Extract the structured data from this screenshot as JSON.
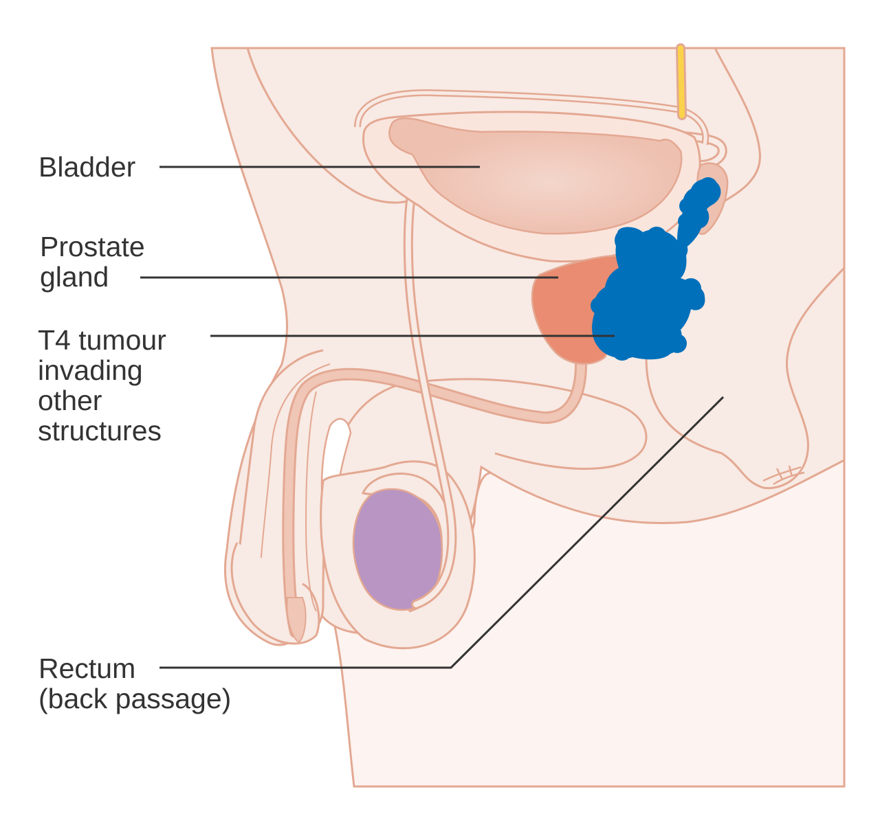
{
  "labels": {
    "bladder": {
      "lines": [
        "Bladder"
      ]
    },
    "prostate": {
      "lines": [
        "Prostate",
        "gland"
      ]
    },
    "tumour": {
      "lines": [
        "T4 tumour",
        "invading",
        "other",
        "structures"
      ]
    },
    "rectum": {
      "lines": [
        "Rectum",
        "(back passage)"
      ]
    }
  },
  "colors": {
    "outline": "#e3a892",
    "body_fill": "#f8eae4",
    "lower_body_fill": "#fdf3f0",
    "bladder_fill": "#eec0b0",
    "bladder_centre": "#f3d6cb",
    "prostate_fill": "#e98c71",
    "tumour_fill": "#0070bb",
    "testis_fill": "#b895c2",
    "nerve_fill": "#fbd34a",
    "leader_line": "#333333",
    "text": "#333333"
  }
}
